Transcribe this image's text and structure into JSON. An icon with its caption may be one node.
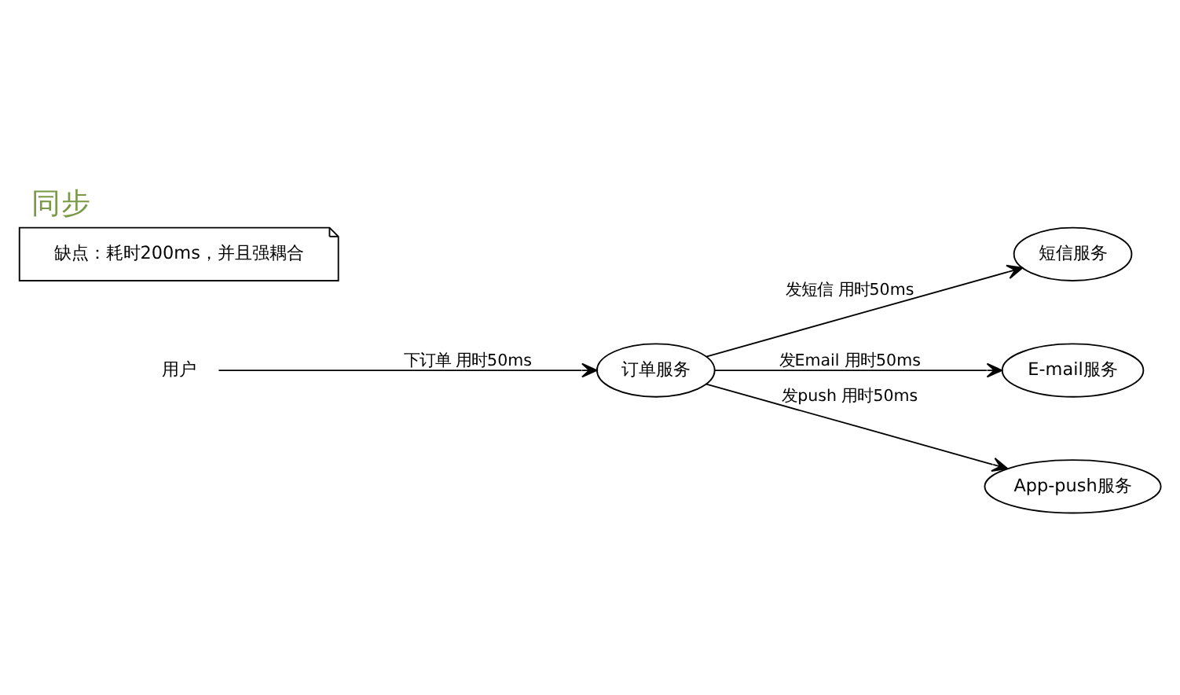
{
  "diagram": {
    "title": "同步",
    "nodes": [
      {
        "text": [
          "用户"
        ]
      },
      {
        "text": [
          "订单服务"
        ]
      },
      {
        "text": [
          "短信服务"
        ]
      },
      {
        "text": [
          "E-mail服务"
        ]
      },
      {
        "text": [
          "App-push服务"
        ]
      },
      {
        "text": [
          "缺点：耗时200ms，并且强耦合"
        ]
      }
    ],
    "edges": [
      {
        "from": 0,
        "to": 1,
        "arrow": "to",
        "label": "下订单 用时50ms"
      },
      {
        "from": 1,
        "to": 2,
        "arrow": "to",
        "label": "发短信 用时50ms"
      },
      {
        "from": 1,
        "to": 3,
        "arrow": "to",
        "label": "发Email 用时50ms"
      },
      {
        "from": 1,
        "to": 4,
        "arrow": "to",
        "label": "发push 用时50ms"
      }
    ]
  }
}
